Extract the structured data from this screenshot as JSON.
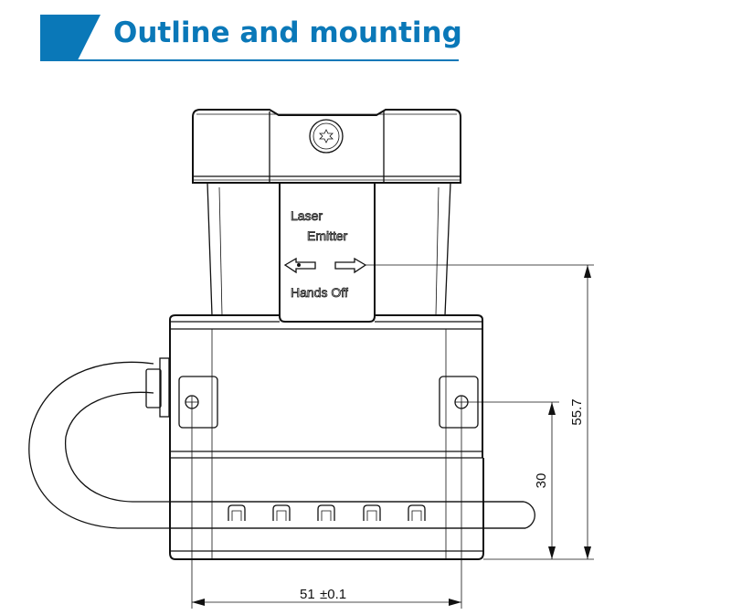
{
  "header": {
    "title": "Outline and mounting",
    "accent_color": "#0a78b8"
  },
  "device": {
    "label_laser": "Laser",
    "label_emitter": "Emitter",
    "label_hands_off": "Hands Off",
    "screw_icon": "torx-screw-icon",
    "arrow_left_icon": "arrow-left-icon",
    "arrow_right_icon": "arrow-right-icon"
  },
  "dimensions": {
    "width": "51",
    "width_tolerance": "±0.1",
    "mount_height": "30",
    "emitter_height": "55.7"
  }
}
